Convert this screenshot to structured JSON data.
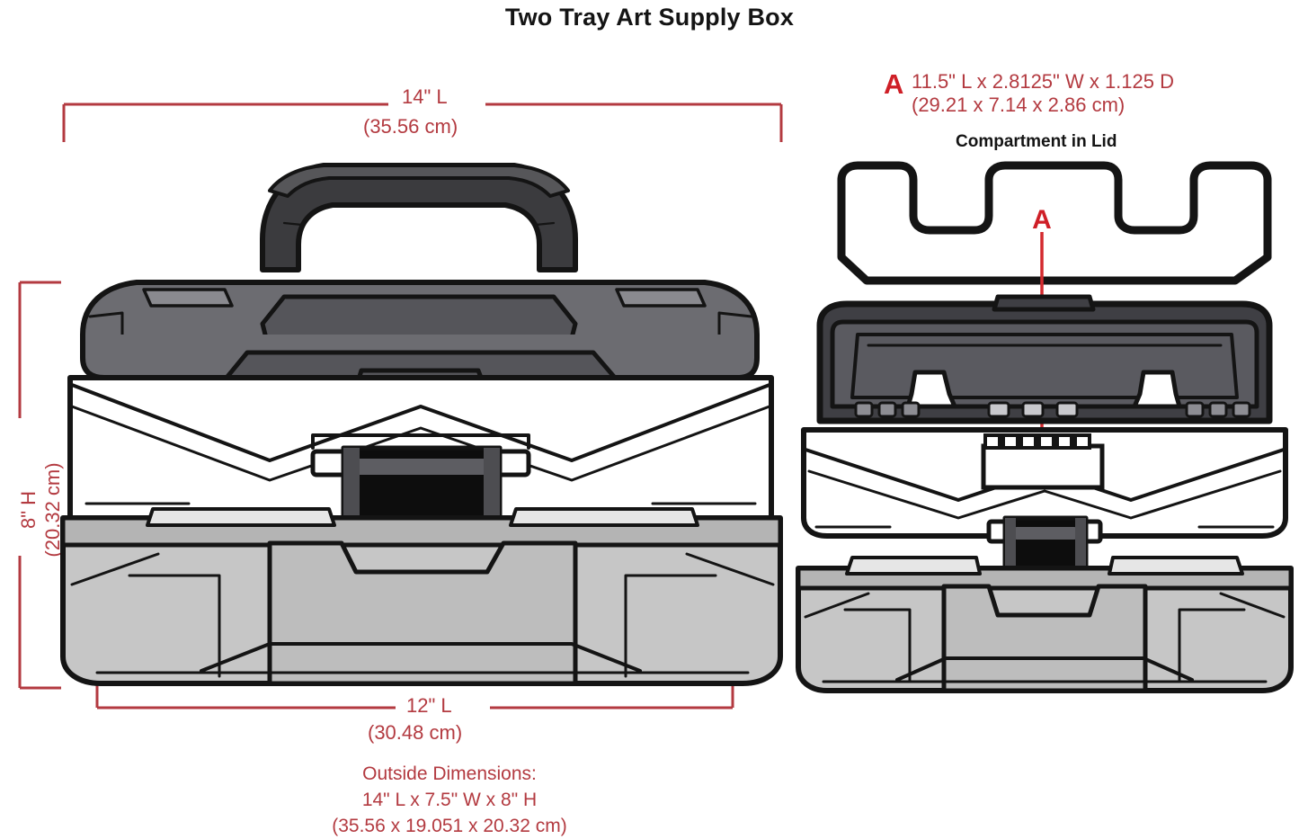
{
  "page": {
    "title": "Two Tray Art Supply Box",
    "background_color": "#ffffff",
    "red_accent": "#b33a40",
    "red_callout": "#cf1f27",
    "black": "#141414"
  },
  "callout_a": {
    "letter": "A",
    "dimension_inches": "11.5\" L x 2.8125\" W x 1.125 D",
    "dimension_cm": "(29.21 x 7.14 x 2.86 cm)",
    "caption": "Compartment in Lid"
  },
  "dimensions": {
    "top_length": {
      "label": "14\" L",
      "metric": "(35.56 cm)"
    },
    "bottom_length": {
      "label": "12\" L",
      "metric": "(30.48 cm)"
    },
    "height": {
      "label": "8\" H",
      "metric": "(20.32 cm)"
    }
  },
  "outside_dimensions": {
    "heading": "Outside Dimensions:",
    "imperial": "14\" L x 7.5\" W x 8\" H",
    "metric": "(35.56 x 19.051 x 20.32 cm)"
  },
  "views": {
    "left": "closed-toolbox-front-view",
    "right": "open-lid-toolbox-front-view",
    "top_right": "lid-compartment-outline"
  },
  "colors": {
    "lid_gray": "#6c6c71",
    "lid_gray_dark": "#55555a",
    "handle_dark": "#3b3b3e",
    "handle_light": "#565659",
    "base_gray": "#c6c6c6",
    "base_gray_dark": "#b4b4b4",
    "body_white": "#ffffff",
    "latch_black": "#0d0d0d",
    "outline": "#141414"
  }
}
